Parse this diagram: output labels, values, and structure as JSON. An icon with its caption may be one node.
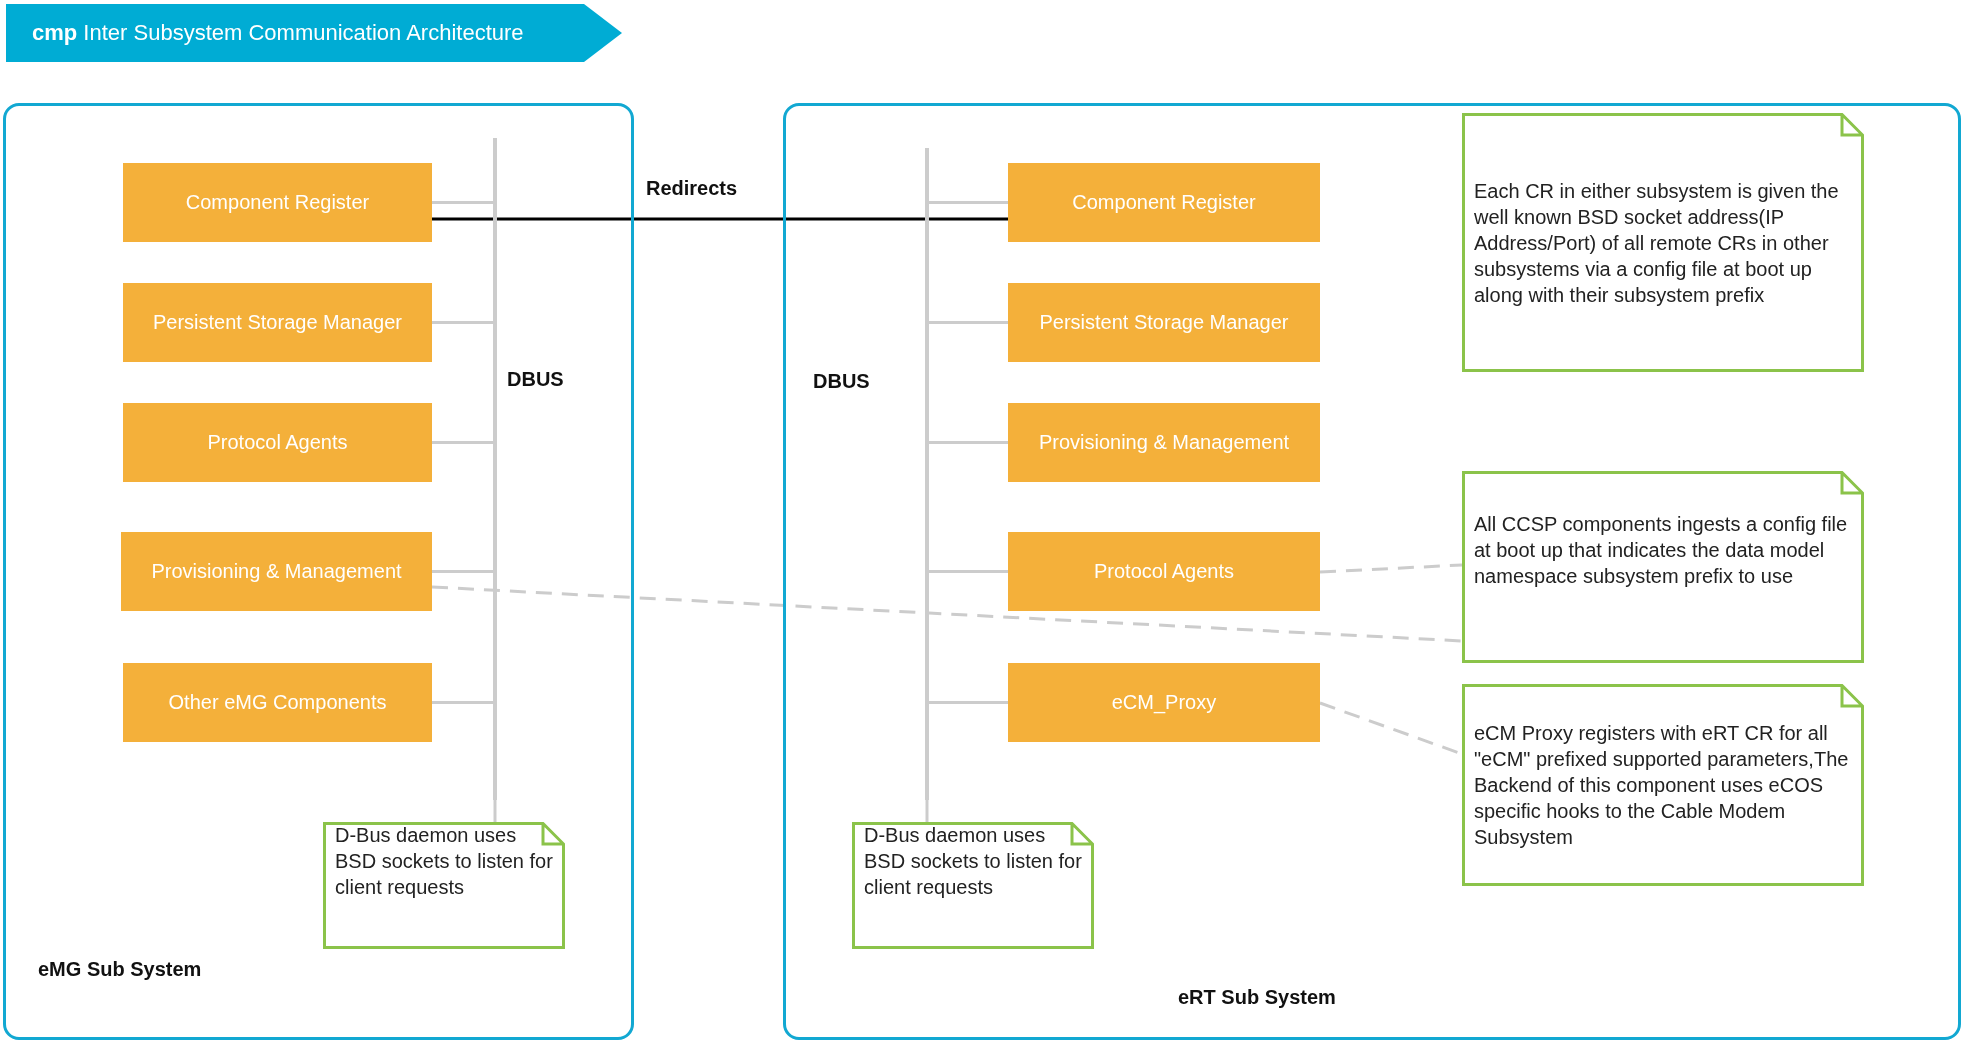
{
  "diagram": {
    "title": "**cmp** Inter Subsystem Communication Architecture",
    "nodes": [
      {
        "text": [
          "eMG Sub System"
        ]
      },
      {
        "text": [
          "Component Register"
        ],
        "in": 0
      },
      {
        "text": [
          "Persistent Storage Manager"
        ],
        "in": 0
      },
      {
        "text": [
          "Protocol Agents"
        ],
        "in": 0
      },
      {
        "text": [
          "Provisioning & Management"
        ],
        "in": 0
      },
      {
        "text": [
          "Other eMG Components"
        ],
        "in": 0
      },
      {
        "text": [],
        "shape": "bar",
        "in": 0,
        "beside": [
          "DBUS"
        ]
      },
      {
        "text": [
          "D-Bus daemon uses BSD sockets to listen for client requests"
        ],
        "in": 0
      },
      {
        "text": [
          "eRT Sub System"
        ]
      },
      {
        "text": [
          "Component Register"
        ],
        "in": 8
      },
      {
        "text": [
          "Persistent Storage Manager"
        ],
        "in": 8
      },
      {
        "text": [
          "Provisioning & Management"
        ],
        "in": 8
      },
      {
        "text": [
          "Protocol Agents"
        ],
        "in": 8
      },
      {
        "text": [
          "eCM_Proxy"
        ],
        "in": 8
      },
      {
        "text": [],
        "shape": "bar",
        "in": 8,
        "beside": [
          "DBUS"
        ]
      },
      {
        "text": [
          "D-Bus daemon uses BSD sockets to listen for client requests"
        ],
        "in": 8
      },
      {
        "text": [
          "Each CR in either subsystem is given the well known BSD socket address(IP Address/Port) of all remote CRs in other subsystems via a config file at boot up along with their subsystem prefix"
        ],
        "in": 8
      },
      {
        "text": [
          "All CCSP components ingests a config file at boot up that indicates the data model namespace subsystem prefix to use"
        ],
        "in": 8
      },
      {
        "text": [
          "eCM Proxy registers with eRT CR for all \"eCM\" prefixed supported parameters,The Backend of this component uses eCOS specific hooks to the Cable Modem Subsystem"
        ],
        "in": 8
      }
    ],
    "edges": [
      {
        "from": 1,
        "to": 6,
        "arrow": "none"
      },
      {
        "from": 2,
        "to": 6,
        "arrow": "none"
      },
      {
        "from": 3,
        "to": 6,
        "arrow": "none"
      },
      {
        "from": 4,
        "to": 6,
        "arrow": "none"
      },
      {
        "from": 5,
        "to": 6,
        "arrow": "none"
      },
      {
        "from": 6,
        "to": 7,
        "arrow": "none"
      },
      {
        "from": 9,
        "to": 14,
        "arrow": "none"
      },
      {
        "from": 10,
        "to": 14,
        "arrow": "none"
      },
      {
        "from": 11,
        "to": 14,
        "arrow": "none"
      },
      {
        "from": 12,
        "to": 14,
        "arrow": "none"
      },
      {
        "from": 13,
        "to": 14,
        "arrow": "none"
      },
      {
        "from": 14,
        "to": 15,
        "arrow": "none"
      },
      {
        "from": 1,
        "to": 9,
        "arrow": "none",
        "label": "Redirects",
        "color": "#000000"
      },
      {
        "from": 12,
        "to": 17,
        "arrow": "none",
        "style": "dashed"
      },
      {
        "from": 4,
        "to": 17,
        "arrow": "none",
        "style": "dashed"
      },
      {
        "from": 13,
        "to": 18,
        "arrow": "none",
        "style": "dashed"
      }
    ]
  }
}
